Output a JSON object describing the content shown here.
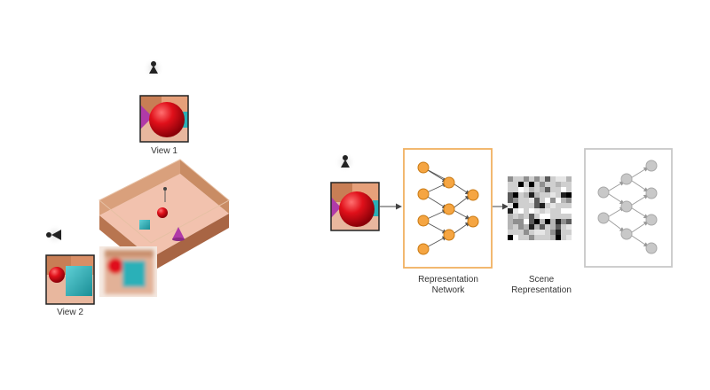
{
  "diagram": {
    "view1_label": "View 1",
    "view2_label": "View 2",
    "representation_network_label": [
      "Representation",
      "Network"
    ],
    "scene_representation_label": [
      "Scene",
      "Representation"
    ]
  },
  "colors": {
    "network_border": "#f0b060",
    "node_fill": "#f5a542",
    "node_stroke": "#c97a14",
    "sphere": "#e0101a",
    "cube": "#2ab0b8",
    "cone": "#b03aa8",
    "room_floor": "#f2c2ae",
    "room_wall": "#d89c72",
    "gray_node": "#c8c8c8"
  },
  "icons": [
    "camera-icon"
  ]
}
